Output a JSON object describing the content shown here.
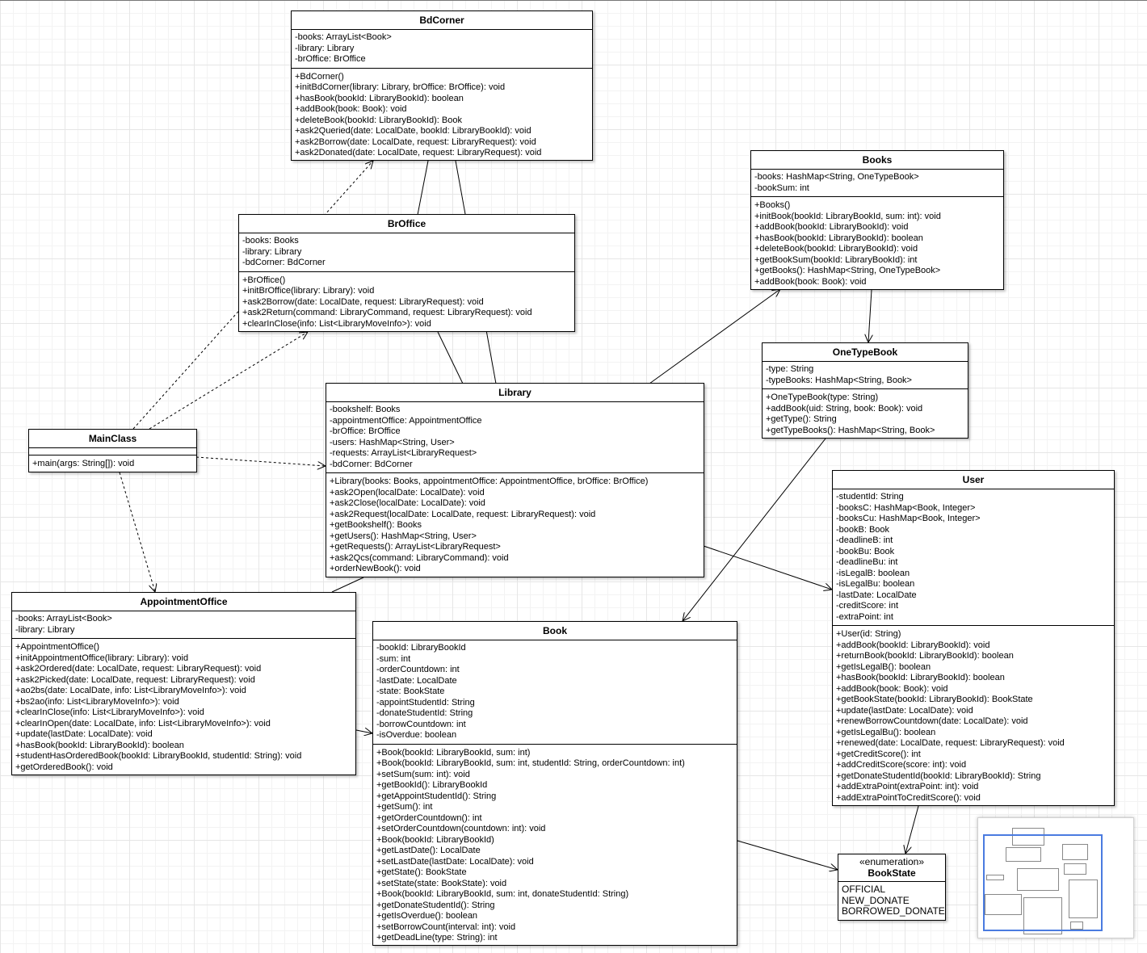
{
  "classes": {
    "bdcorner": {
      "name": "BdCorner",
      "attrs": [
        "-books: ArrayList<Book>",
        "-library: Library",
        "-brOffice: BrOffice"
      ],
      "methods": [
        "+BdCorner()",
        "+initBdCorner(library: Library, brOffice: BrOffice): void",
        "+hasBook(bookId: LibraryBookId): boolean",
        "+addBook(book: Book): void",
        "+deleteBook(bookId: LibraryBookId): Book",
        "+ask2Queried(date: LocalDate, bookId: LibraryBookId): void",
        "+ask2Borrow(date: LocalDate, request: LibraryRequest): void",
        "+ask2Donated(date: LocalDate, request: LibraryRequest): void"
      ]
    },
    "broffice": {
      "name": "BrOffice",
      "attrs": [
        "-books: Books",
        "-library: Library",
        "-bdCorner: BdCorner"
      ],
      "methods": [
        "+BrOffice()",
        "+initBrOffice(library: Library): void",
        "+ask2Borrow(date: LocalDate, request: LibraryRequest): void",
        "+ask2Return(command: LibraryCommand, request: LibraryRequest): void",
        "+clearInClose(info: List<LibraryMoveInfo>): void"
      ]
    },
    "books": {
      "name": "Books",
      "attrs": [
        "-books: HashMap<String, OneTypeBook>",
        "-bookSum: int"
      ],
      "methods": [
        "+Books()",
        "+initBook(bookId: LibraryBookId, sum: int): void",
        "+addBook(bookId: LibraryBookId): void",
        "+hasBook(bookId: LibraryBookId): boolean",
        "+deleteBook(bookId: LibraryBookId): void",
        "+getBookSum(bookId: LibraryBookId): int",
        "+getBooks(): HashMap<String, OneTypeBook>",
        "+addBook(book: Book): void"
      ]
    },
    "onetypebook": {
      "name": "OneTypeBook",
      "attrs": [
        "-type: String",
        "-typeBooks: HashMap<String, Book>"
      ],
      "methods": [
        "+OneTypeBook(type: String)",
        "+addBook(uid: String, book: Book): void",
        "+getType(): String",
        "+getTypeBooks(): HashMap<String, Book>"
      ]
    },
    "library": {
      "name": "Library",
      "attrs": [
        "-bookshelf: Books",
        "-appointmentOffice: AppointmentOffice",
        "-brOffice: BrOffice",
        "-users: HashMap<String, User>",
        "-requests: ArrayList<LibraryRequest>",
        "-bdCorner: BdCorner"
      ],
      "methods": [
        "+Library(books: Books, appointmentOffice: AppointmentOffice, brOffice: BrOffice)",
        "+ask2Open(localDate: LocalDate): void",
        "+ask2Close(localDate: LocalDate): void",
        "+ask2Request(localDate: LocalDate, request: LibraryRequest): void",
        "+getBookshelf(): Books",
        "+getUsers(): HashMap<String, User>",
        "+getRequests(): ArrayList<LibraryRequest>",
        "+ask2Qcs(command: LibraryCommand): void",
        "+orderNewBook(): void"
      ]
    },
    "mainclass": {
      "name": "MainClass",
      "attrs": [],
      "methods": [
        "+main(args: String[]): void"
      ]
    },
    "user": {
      "name": "User",
      "attrs": [
        "-studentId: String",
        "-booksC: HashMap<Book, Integer>",
        "-booksCu: HashMap<Book, Integer>",
        "-bookB: Book",
        "-deadlineB: int",
        "-bookBu: Book",
        "-deadlineBu: int",
        "-isLegalB: boolean",
        "-isLegalBu: boolean",
        "-lastDate: LocalDate",
        "-creditScore: int",
        "-extraPoint: int"
      ],
      "methods": [
        "+User(id: String)",
        "+addBook(bookId: LibraryBookId): void",
        "+returnBook(bookId: LibraryBookId): boolean",
        "+getIsLegalB(): boolean",
        "+hasBook(bookId: LibraryBookId): boolean",
        "+addBook(book: Book): void",
        "+getBookState(bookId: LibraryBookId): BookState",
        "+update(lastDate: LocalDate): void",
        "+renewBorrowCountdown(date: LocalDate): void",
        "+getIsLegalBu(): boolean",
        "+renewed(date: LocalDate, request: LibraryRequest): void",
        "+getCreditScore(): int",
        "+addCreditScore(score: int): void",
        "+getDonateStudentId(bookId: LibraryBookId): String",
        "+addExtraPoint(extraPoint: int): void",
        "+addExtraPointToCreditScore(): void"
      ]
    },
    "appointmentoffice": {
      "name": "AppointmentOffice",
      "attrs": [
        "-books: ArrayList<Book>",
        "-library: Library"
      ],
      "methods": [
        "+AppointmentOffice()",
        "+initAppointmentOffice(library: Library): void",
        "+ask2Ordered(date: LocalDate, request: LibraryRequest): void",
        "+ask2Picked(date: LocalDate, request: LibraryRequest): void",
        "+ao2bs(date: LocalDate, info: List<LibraryMoveInfo>): void",
        "+bs2ao(info: List<LibraryMoveInfo>): void",
        "+clearInClose(info: List<LibraryMoveInfo>): void",
        "+clearInOpen(date: LocalDate, info: List<LibraryMoveInfo>): void",
        "+update(lastDate: LocalDate): void",
        "+hasBook(bookId: LibraryBookId): boolean",
        "+studentHasOrderedBook(bookId: LibraryBookId, studentId: String): void",
        "+getOrderedBook(): void"
      ]
    },
    "book": {
      "name": "Book",
      "attrs": [
        "-bookId: LibraryBookId",
        "-sum: int",
        "-orderCountdown: int",
        "-lastDate: LocalDate",
        "-state: BookState",
        "-appointStudentId: String",
        "-donateStudentId: String",
        "-borrowCountdown: int",
        "-isOverdue: boolean"
      ],
      "methods": [
        "+Book(bookId: LibraryBookId, sum: int)",
        "+Book(bookId: LibraryBookId, sum: int, studentId: String, orderCountdown: int)",
        "+setSum(sum: int): void",
        "+getBookId(): LibraryBookId",
        "+getAppointStudentId(): String",
        "+getSum(): int",
        "+getOrderCountdown(): int",
        "+setOrderCountdown(countdown: int): void",
        "+Book(bookId: LibraryBookId)",
        "+getLastDate(): LocalDate",
        "+setLastDate(lastDate: LocalDate): void",
        "+getState(): BookState",
        "+setState(state: BookState): void",
        "+Book(bookId: LibraryBookId, sum: int, donateStudentId: String)",
        "+getDonateStudentId(): String",
        "+getIsOverdue(): boolean",
        "+setBorrowCount(interval: int): void",
        "+getDeadLine(type: String): int"
      ]
    }
  },
  "enumeration": {
    "stereotype": "«enumeration»",
    "name": "BookState",
    "values": [
      "OFFICIAL",
      "NEW_DONATE",
      "BORROWED_DONATE"
    ]
  },
  "colors": {
    "grid": "#e6e6e6",
    "line": "#000000",
    "minimap_view": "#4a7be0"
  }
}
